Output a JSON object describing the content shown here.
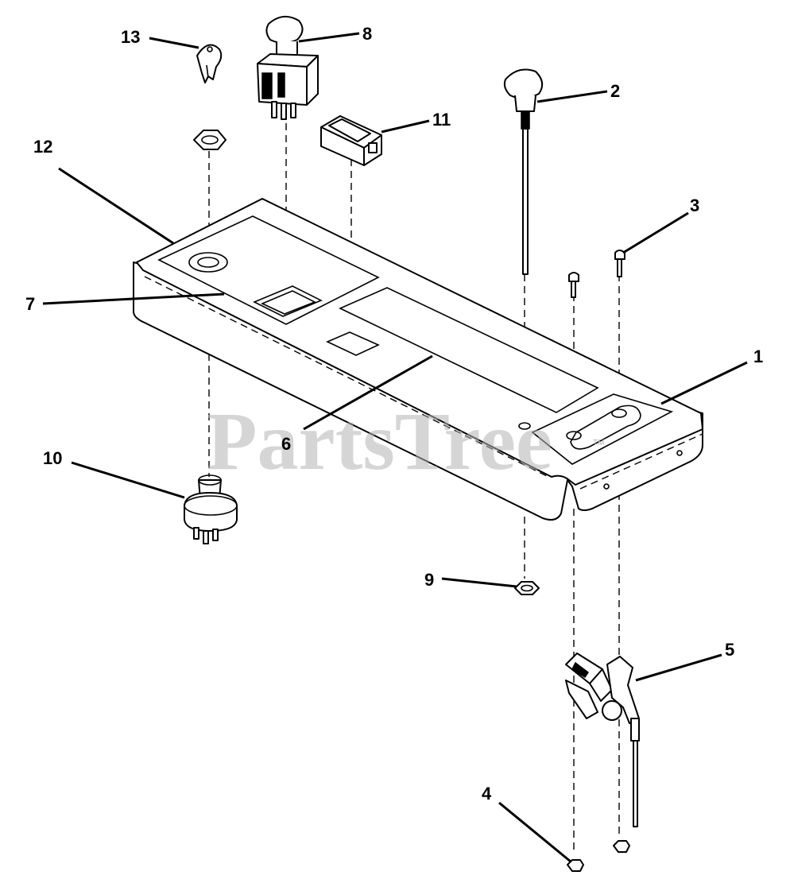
{
  "watermark": {
    "text": "PartsTree",
    "trademark": "TM"
  },
  "callouts": [
    {
      "id": "1",
      "label": "1"
    },
    {
      "id": "2",
      "label": "2"
    },
    {
      "id": "3",
      "label": "3"
    },
    {
      "id": "4",
      "label": "4"
    },
    {
      "id": "5",
      "label": "5"
    },
    {
      "id": "6",
      "label": "6"
    },
    {
      "id": "7",
      "label": "7"
    },
    {
      "id": "8",
      "label": "8"
    },
    {
      "id": "9",
      "label": "9"
    },
    {
      "id": "10",
      "label": "10"
    },
    {
      "id": "11",
      "label": "11"
    },
    {
      "id": "12",
      "label": "12"
    },
    {
      "id": "13",
      "label": "13"
    }
  ]
}
